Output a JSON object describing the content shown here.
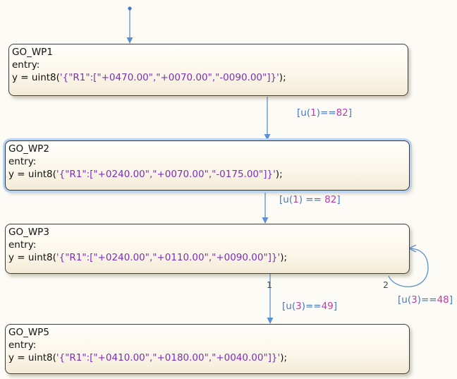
{
  "states": [
    {
      "name": "GO_WP1",
      "entry_label": "entry:",
      "action_prefix": "y = uint8(",
      "action_string": "'{\"R1\":[\"+0470.00\",\"+0070.00\",\"-0090.00\"]}'",
      "action_suffix": ");",
      "selected": false
    },
    {
      "name": "GO_WP2",
      "entry_label": "entry:",
      "action_prefix": "y = uint8(",
      "action_string": "'{\"R1\":[\"+0240.00\",\"+0070.00\",\"-0175.00\"]}'",
      "action_suffix": ");",
      "selected": true
    },
    {
      "name": "GO_WP3",
      "entry_label": "entry:",
      "action_prefix": "y = uint8(",
      "action_string": "'{\"R1\":[\"+0240.00\",\"+0110.00\",\"+0090.00\"]}'",
      "action_suffix": ");",
      "selected": false
    },
    {
      "name": "GO_WP5",
      "entry_label": "entry:",
      "action_prefix": "y = uint8(",
      "action_string": "'{\"R1\":[\"+0410.00\",\"+0180.00\",\"+0040.00\"]}'",
      "action_suffix": ");",
      "selected": false
    }
  ],
  "transitions": [
    {
      "from": "default",
      "to": "GO_WP1",
      "condition": null,
      "order": null
    },
    {
      "from": "GO_WP1",
      "to": "GO_WP2",
      "condition": {
        "prefix": "[u(",
        "index": "1",
        "operator": ")==",
        "value": "82",
        "suffix": "]"
      },
      "order": null
    },
    {
      "from": "GO_WP2",
      "to": "GO_WP3",
      "condition": {
        "prefix": "[u(",
        "index": "1",
        "operator": ") == ",
        "value": "82",
        "suffix": "]"
      },
      "order": null
    },
    {
      "from": "GO_WP3",
      "to": "GO_WP5",
      "condition": {
        "prefix": "[u(",
        "index": "3",
        "operator": ")==",
        "value": "49",
        "suffix": "]"
      },
      "order": "1"
    },
    {
      "from": "GO_WP3",
      "to": "GO_WP3",
      "condition": {
        "prefix": "[u(",
        "index": "3",
        "operator": ")==",
        "value": "48",
        "suffix": "]"
      },
      "order": "2"
    }
  ],
  "colors": {
    "canvas_background": "#fdfbf6",
    "state_fill": "#fbf6ea",
    "state_border": "#3d3d3d",
    "selection_halo": "#b7d3f0",
    "transition_line": "#5b8fd1",
    "condition_text": "#4576c3",
    "condition_number": "#c13aa8",
    "string_literal": "#7a2fb8"
  }
}
